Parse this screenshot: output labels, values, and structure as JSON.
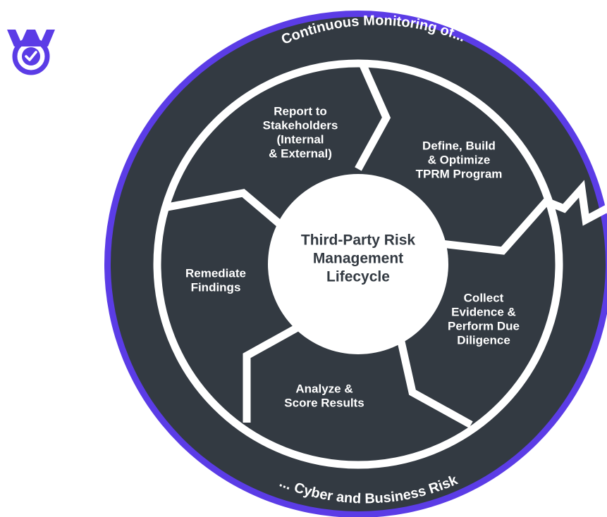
{
  "colors": {
    "outer_ring": "#5b3ce6",
    "dark_fill": "#333a42",
    "separator": "#ffffff",
    "center": "#ffffff",
    "center_text": "#333a42",
    "label_text": "#ffffff",
    "logo": "#5b3ce6"
  },
  "logo": {
    "icon": "medal-check-icon"
  },
  "diagram": {
    "type": "cycle",
    "center": {
      "lines": [
        "Third-Party Risk",
        "Management",
        "Lifecycle"
      ]
    },
    "outer_top_text": "Continuous Monitoring of...",
    "outer_bottom_text": "... Cyber and Business Risk",
    "stages": [
      {
        "lines": [
          "Report to",
          "Stakeholders",
          "(Internal",
          "& External)"
        ]
      },
      {
        "lines": [
          "Define, Build",
          "& Optimize",
          "TPRM Program"
        ]
      },
      {
        "lines": [
          "Collect",
          "Evidence &",
          "Perform Due",
          "Diligence"
        ]
      },
      {
        "lines": [
          "Analyze &",
          "Score Results"
        ]
      },
      {
        "lines": [
          "Remediate",
          "Findings"
        ]
      }
    ]
  }
}
